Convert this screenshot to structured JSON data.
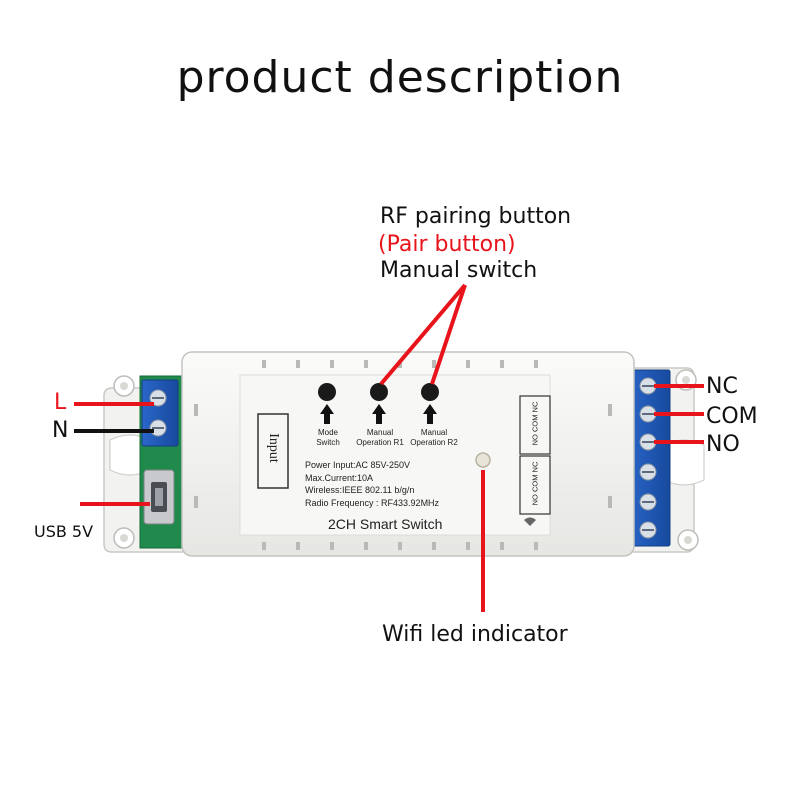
{
  "title": "product description",
  "callouts": {
    "rf_pairing": "RF pairing button",
    "pair_button": "(Pair button)",
    "manual_switch": "Manual switch",
    "wifi_led": "Wifi led indicator",
    "usb": "USB 5V",
    "L": "L",
    "N": "N",
    "NC": "NC",
    "COM": "COM",
    "NO": "NO"
  },
  "device": {
    "input_label": "Input",
    "buttons": [
      {
        "line1": "Mode",
        "line2": "Switch"
      },
      {
        "line1": "Manual",
        "line2": "Operation R1"
      },
      {
        "line1": "Manual",
        "line2": "Operation R2"
      }
    ],
    "specs": [
      "Power Input:AC 85V-250V",
      "Max.Current:10A",
      "Wireless:IEEE  802.11 b/g/n",
      "Radio Frequency : RF433.92MHz"
    ],
    "product_name": "2CH Smart Switch",
    "relay_box_1": "NO COM NC",
    "relay_box_2": "NO COM NC"
  },
  "colors": {
    "callout_red": "#e8141b",
    "terminal_blue": "#1f58b8",
    "pcb_green": "#1f8a4c",
    "case_white": "#f4f4f2"
  }
}
